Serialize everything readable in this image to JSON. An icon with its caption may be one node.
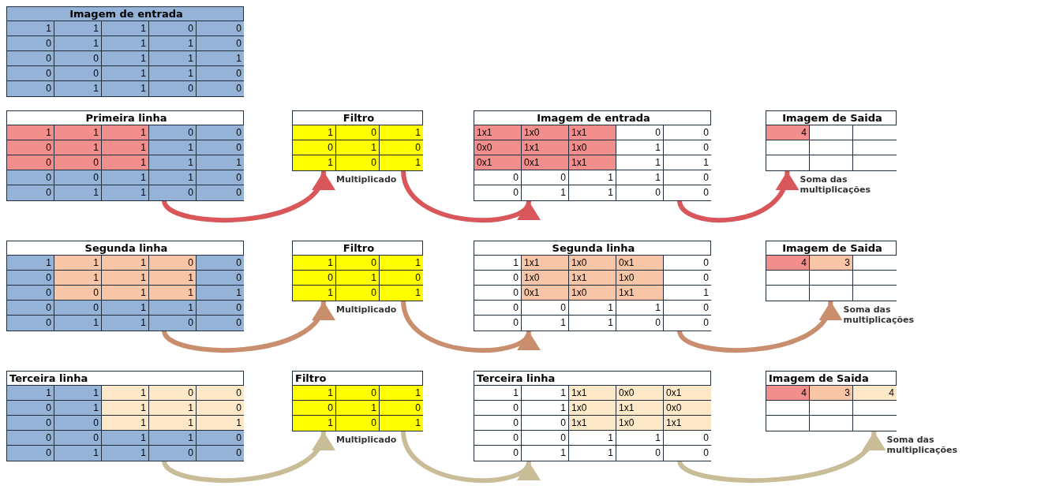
{
  "diagram": {
    "nodes": [
      {
        "text": [
          "Imagem de entrada",
          "1",
          "1",
          "1",
          "0",
          "0",
          "0",
          "1",
          "1",
          "1",
          "0",
          "0",
          "0",
          "1",
          "1",
          "1",
          "0",
          "0",
          "1",
          "1",
          "0",
          "0",
          "1",
          "1",
          "0",
          "0"
        ]
      },
      {
        "text": [
          "Primeira linha",
          "1",
          "1",
          "1",
          "0",
          "0",
          "0",
          "1",
          "1",
          "1",
          "0",
          "0",
          "0",
          "1",
          "1",
          "1",
          "0",
          "0",
          "1",
          "1",
          "0",
          "0",
          "1",
          "1",
          "0",
          "0"
        ]
      },
      {
        "text": [
          "Filtro",
          "1",
          "0",
          "1",
          "0",
          "1",
          "0",
          "1",
          "0",
          "1"
        ]
      },
      {
        "text": [
          "Imagem de entrada",
          "1x1",
          "1x0",
          "1x1",
          "0",
          "0",
          "0x0",
          "1x1",
          "1x0",
          "1",
          "0",
          "0x1",
          "0x1",
          "1x1",
          "1",
          "1",
          "0",
          "0",
          "1",
          "1",
          "0",
          "0",
          "1",
          "1",
          "0",
          "0"
        ]
      },
      {
        "text": [
          "Imagem de Saida",
          "4"
        ]
      },
      {
        "text": [
          "Segunda linha",
          "1",
          "1",
          "1",
          "0",
          "0",
          "0",
          "1",
          "1",
          "1",
          "0",
          "0",
          "0",
          "1",
          "1",
          "1",
          "0",
          "0",
          "1",
          "1",
          "0",
          "0",
          "1",
          "1",
          "0",
          "0"
        ]
      },
      {
        "text": [
          "Filtro",
          "1",
          "0",
          "1",
          "0",
          "1",
          "0",
          "1",
          "0",
          "1"
        ]
      },
      {
        "text": [
          "Segunda linha",
          "1",
          "1x1",
          "1x0",
          "0x1",
          "0",
          "0",
          "1x0",
          "1x1",
          "1x0",
          "0",
          "0",
          "0x1",
          "1x0",
          "1x1",
          "1",
          "0",
          "0",
          "1",
          "1",
          "0",
          "0",
          "1",
          "1",
          "0",
          "0"
        ]
      },
      {
        "text": [
          "Imagem de Saida",
          "4",
          "3"
        ]
      },
      {
        "text": [
          "Terceira linha",
          "1",
          "1",
          "1",
          "0",
          "0",
          "0",
          "1",
          "1",
          "1",
          "0",
          "0",
          "0",
          "1",
          "1",
          "1",
          "0",
          "0",
          "1",
          "1",
          "0",
          "0",
          "1",
          "1",
          "0",
          "0"
        ]
      },
      {
        "text": [
          "Filtro",
          "1",
          "0",
          "1",
          "0",
          "1",
          "0",
          "1",
          "0",
          "1"
        ]
      },
      {
        "text": [
          "Terceira linha",
          "1",
          "1",
          "1x1",
          "0x0",
          "0x1",
          "0",
          "1",
          "1x0",
          "1x1",
          "0x0",
          "0",
          "0",
          "1x1",
          "1x0",
          "1x1",
          "0",
          "0",
          "1",
          "1",
          "0",
          "0",
          "1",
          "1",
          "0",
          "0"
        ]
      },
      {
        "text": [
          "Imagem de Saida",
          "4",
          "3",
          "4"
        ]
      }
    ],
    "edges": [
      {
        "from": 1,
        "to": 2,
        "arrow": "to",
        "label": "Multiplicado",
        "color": "#d9575a"
      },
      {
        "from": 2,
        "to": 3,
        "arrow": "to",
        "color": "#d9575a"
      },
      {
        "from": 3,
        "to": 4,
        "arrow": "to",
        "label": "Soma das multiplicações",
        "color": "#d9575a"
      },
      {
        "from": 5,
        "to": 6,
        "arrow": "to",
        "label": "Multiplicado",
        "color": "#c98e6e"
      },
      {
        "from": 6,
        "to": 7,
        "arrow": "to",
        "color": "#c98e6e"
      },
      {
        "from": 7,
        "to": 8,
        "arrow": "to",
        "label": "Soma das multiplicações",
        "color": "#c98e6e"
      },
      {
        "from": 9,
        "to": 10,
        "arrow": "to",
        "label": "Multiplicado",
        "color": "#c9bd98"
      },
      {
        "from": 10,
        "to": 11,
        "arrow": "to",
        "color": "#c9bd98"
      },
      {
        "from": 11,
        "to": 12,
        "arrow": "to",
        "label": "Soma das multiplicações",
        "color": "#c9bd98"
      }
    ]
  }
}
